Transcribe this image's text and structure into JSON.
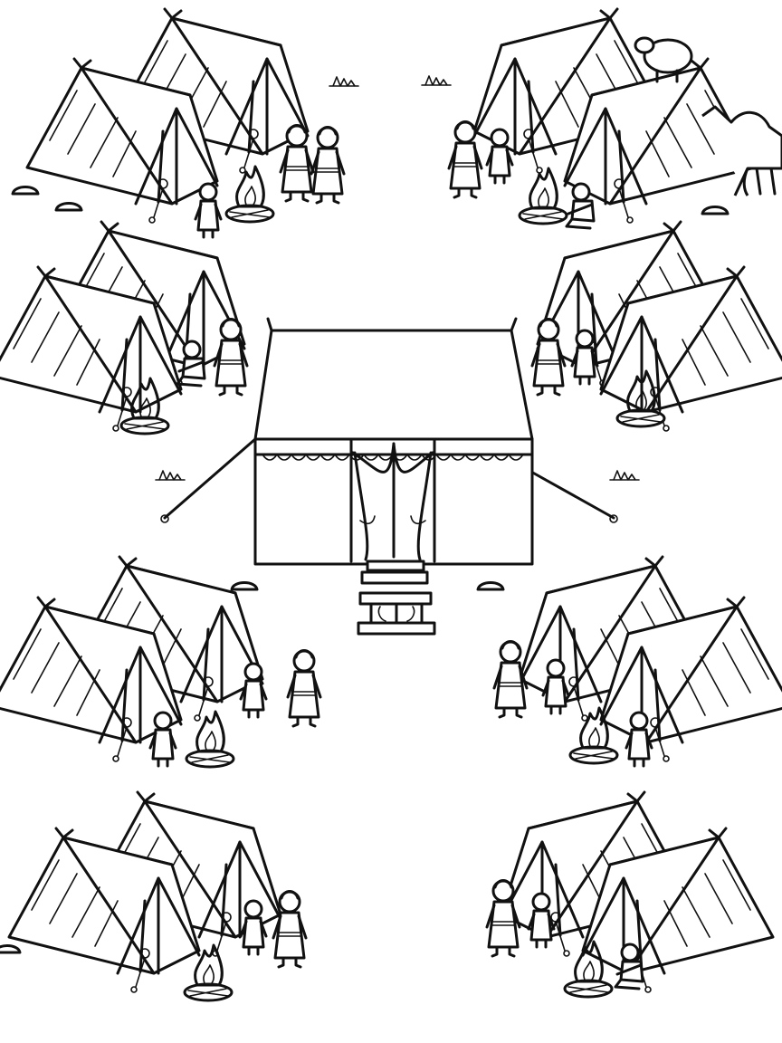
{
  "scene": {
    "background_color": "#ffffff",
    "line_color": "#111111",
    "style": "black-and-white line-art coloring page",
    "center_structure": "tabernacle-tent",
    "groups": [
      {
        "id": "top-left",
        "tents": 2,
        "people": 3,
        "campfire": true
      },
      {
        "id": "top-right",
        "tents": 2,
        "people": 3,
        "campfire": true,
        "animals": [
          "sheep",
          "camel"
        ]
      },
      {
        "id": "upper-mid-left",
        "tents": 2,
        "people": 2,
        "campfire": true
      },
      {
        "id": "upper-mid-right",
        "tents": 2,
        "people": 2,
        "campfire": true
      },
      {
        "id": "lower-mid-left",
        "tents": 2,
        "people": 3,
        "campfire": true
      },
      {
        "id": "lower-mid-right",
        "tents": 2,
        "people": 3,
        "campfire": true
      },
      {
        "id": "bottom-left",
        "tents": 2,
        "people": 2,
        "campfire": true
      },
      {
        "id": "bottom-right",
        "tents": 2,
        "people": 3,
        "campfire": true
      }
    ]
  }
}
